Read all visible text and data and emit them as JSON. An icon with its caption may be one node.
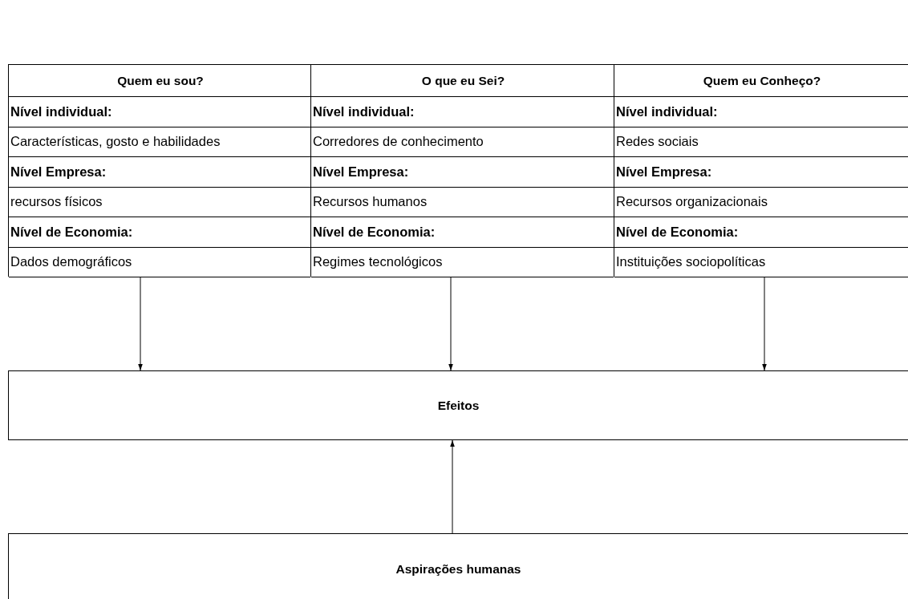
{
  "diagram": {
    "nodes": [
      {
        "text": [
          "Quem eu sou?",
          "Nível individual:",
          "Características, gosto e habilidades",
          "Nível Empresa:",
          "recursos físicos",
          "Nível de Economia:",
          "Dados demográficos"
        ]
      },
      {
        "text": [
          "O que eu Sei?",
          "Nível individual:",
          "Corredores de conhecimento",
          "Nível Empresa:",
          "Recursos humanos",
          "Nível de Economia:",
          "Regimes tecnológicos"
        ]
      },
      {
        "text": [
          "Quem eu Conheço?",
          "Nível individual:",
          "Redes sociais",
          "Nível Empresa:",
          "Recursos organizacionais",
          "Nível de Economia:",
          "Instituições sociopolíticas"
        ]
      },
      {
        "text": [
          "Efeitos"
        ]
      },
      {
        "text": [
          "Aspirações humanas"
        ]
      }
    ],
    "edges": [
      {
        "from": 0,
        "to": 3,
        "arrow": "to"
      },
      {
        "from": 1,
        "to": 3,
        "arrow": "to"
      },
      {
        "from": 2,
        "to": 3,
        "arrow": "to"
      },
      {
        "from": 4,
        "to": 3,
        "arrow": "to"
      }
    ]
  }
}
